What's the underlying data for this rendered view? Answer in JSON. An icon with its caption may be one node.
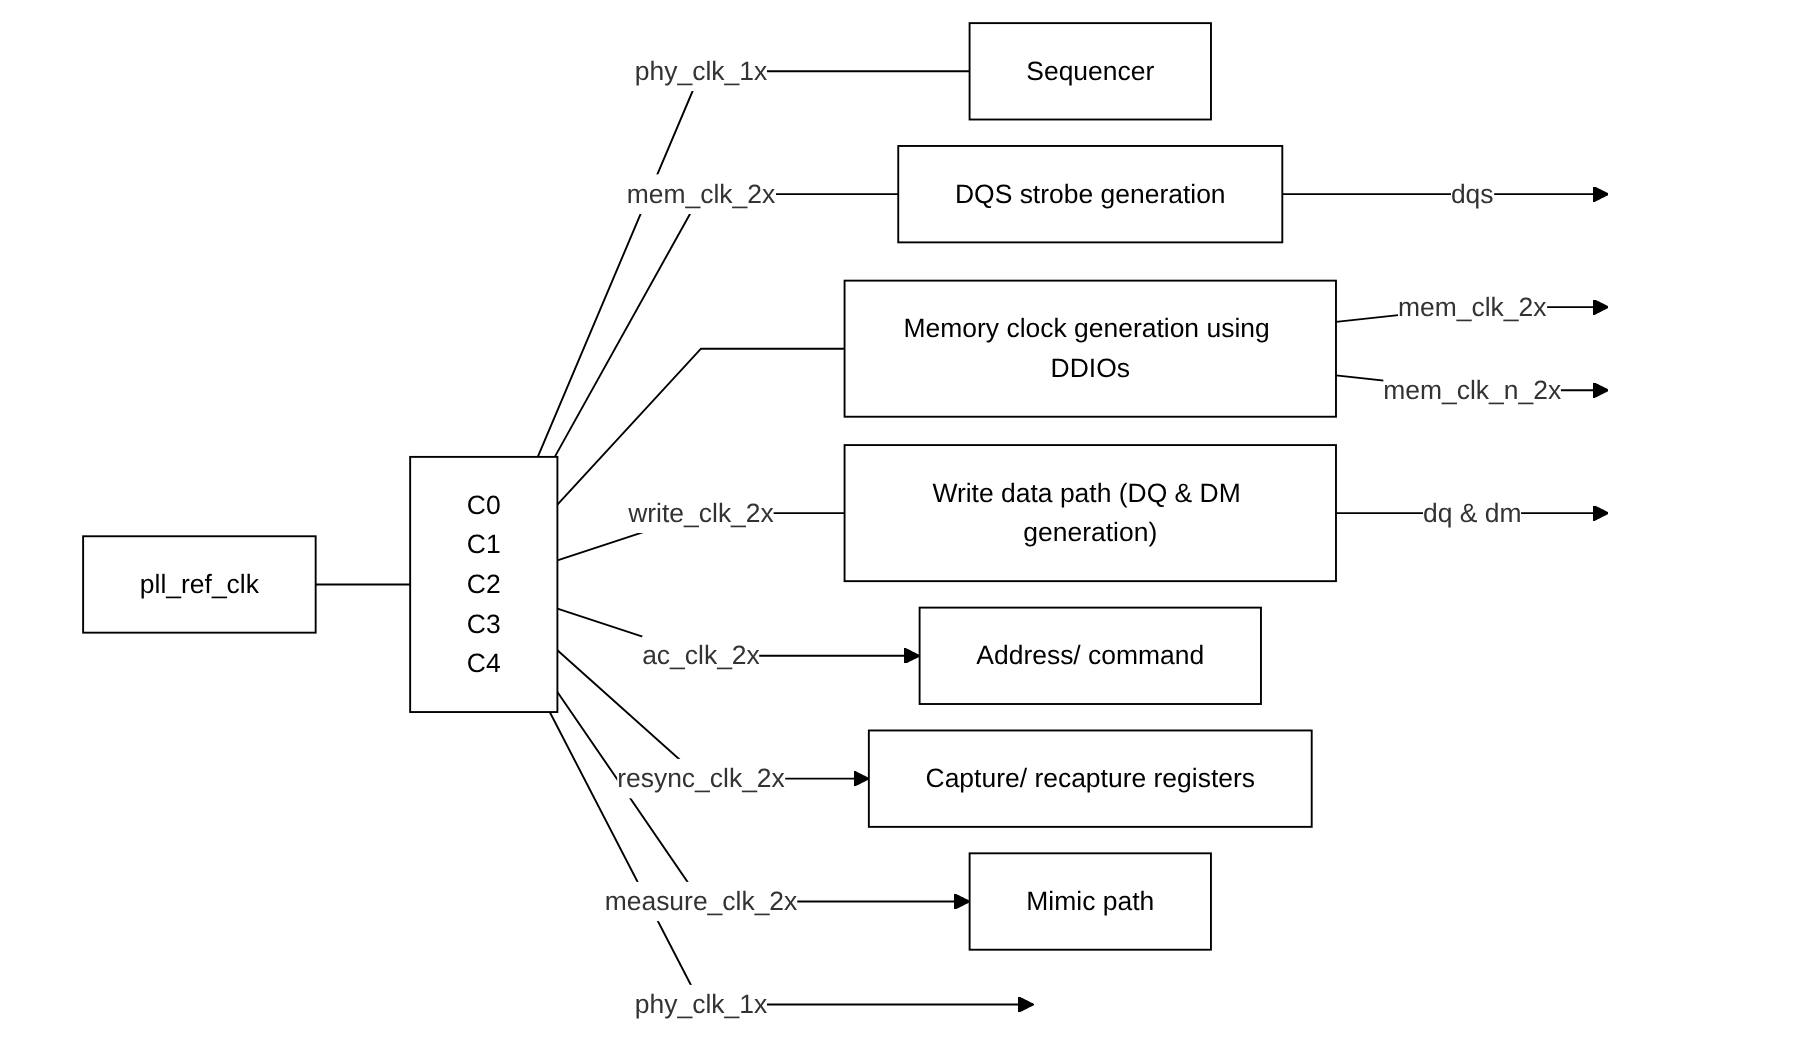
{
  "diagram": {
    "nodes": [
      {
        "text": [
          "pll_ref_clk"
        ]
      },
      {
        "text": [
          "C0",
          "C1",
          "C2",
          "C3",
          "C4"
        ]
      },
      {
        "text": [
          "Sequencer"
        ]
      },
      {
        "text": [
          "DQS strobe generation"
        ]
      },
      {
        "text": [
          "Memory clock generation using DDIOs"
        ]
      },
      {
        "text": [
          "Write data path (DQ & DM generation)"
        ]
      },
      {
        "text": [
          "Address/ command"
        ]
      },
      {
        "text": [
          "Capture/ recapture registers"
        ]
      },
      {
        "text": [
          "Mimic path"
        ]
      }
    ],
    "edges": [
      {
        "from": 0,
        "to": 1,
        "arrow": "none"
      },
      {
        "from": 1,
        "to": 2,
        "label": "phy_clk_1x",
        "arrow": "none"
      },
      {
        "from": 1,
        "to": null,
        "label": "phy_clk_1x",
        "arrow": "to"
      },
      {
        "from": 1,
        "to": 3,
        "label": "mem_clk_2x",
        "arrow": "none"
      },
      {
        "from": 1,
        "to": 4,
        "arrow": "none"
      },
      {
        "from": 3,
        "to": null,
        "label": "dqs",
        "arrow": "to"
      },
      {
        "from": 4,
        "to": null,
        "label": "mem_clk_2x",
        "arrow": "to"
      },
      {
        "from": 4,
        "to": null,
        "label": "mem_clk_n_2x",
        "arrow": "to"
      },
      {
        "from": 1,
        "to": 5,
        "label": "write_clk_2x",
        "arrow": "none"
      },
      {
        "from": 1,
        "to": 6,
        "label": "ac_clk_2x",
        "arrow": "to"
      },
      {
        "from": 5,
        "to": null,
        "label": "dq & dm",
        "arrow": "to"
      },
      {
        "from": 1,
        "to": 7,
        "label": "resync_clk_2x",
        "arrow": "to"
      },
      {
        "from": 1,
        "to": 8,
        "label": "measure_clk_2x",
        "arrow": "to"
      }
    ]
  }
}
